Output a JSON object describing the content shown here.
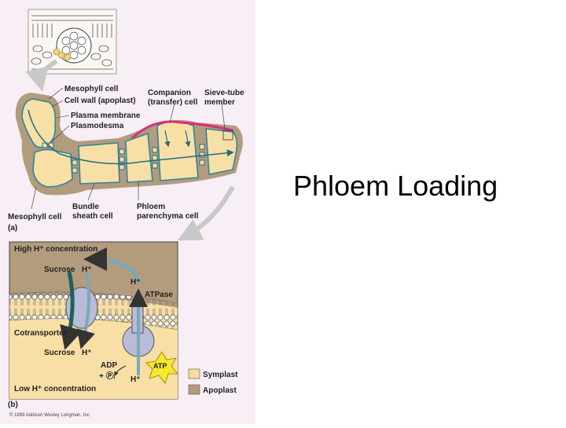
{
  "slide": {
    "title": "Phloem Loading"
  },
  "figure": {
    "part_a": {
      "tag": "(a)",
      "labels": {
        "mesophyll_cell": "Mesophyll cell",
        "cell_wall": "Cell wall (apoplast)",
        "plasma_membrane": "Plasma membrane",
        "plasmodesma": "Plasmodesma",
        "companion_1": "Companion",
        "companion_2": "(transfer) cell",
        "sieve_1": "Sieve-tube",
        "sieve_2": "member",
        "mesophyll_bottom": "Mesophyll cell",
        "bundle_1": "Bundle",
        "bundle_2": "sheath cell",
        "phloem_1": "Phloem",
        "phloem_2": "parenchyma cell"
      }
    },
    "part_b": {
      "tag": "(b)",
      "labels": {
        "high_h": "High H⁺ concentration",
        "sucrose_top": "Sucrose",
        "h_top": "H⁺",
        "h_pump": "H⁺",
        "atpase": "ATPase",
        "cotransporter": "Cotransporter",
        "sucrose_bottom": "Sucrose",
        "h_bottom": "H⁺",
        "adp": "ADP",
        "pi": "+ Ⓟᵢ",
        "h_pump_bottom": "H⁺",
        "atp": "ATP",
        "low_h": "Low H⁺ concentration"
      },
      "legend": {
        "symplast": "Symplast",
        "apoplast": "Apoplast",
        "symplast_color": "#f6dca0",
        "apoplast_color": "#b59a7c"
      }
    },
    "copyright": "© 1999 Addison Wesley Longman, Inc."
  },
  "colors": {
    "panel_bg": "#f7eef6",
    "cytoplasm": "#f8dfa5",
    "cell_wall": "#b39b7e",
    "membrane": "#2a88a0",
    "companion_highlight": "#d8307a",
    "protein": "#b8bcd8"
  }
}
